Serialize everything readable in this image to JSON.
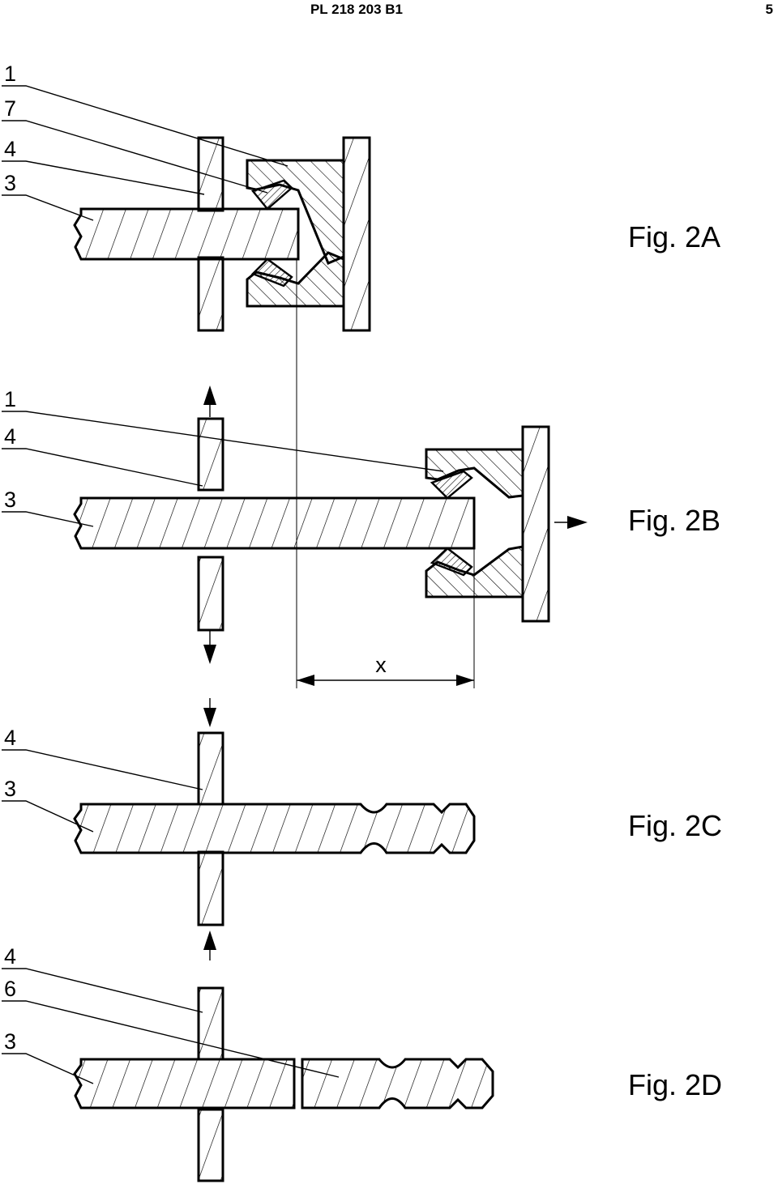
{
  "header": {
    "patent_number": "PL 218 203 B1",
    "page_number": "5"
  },
  "figures": [
    {
      "id": "fig2a",
      "caption": "Fig. 2A",
      "labels": [
        "1",
        "7",
        "4",
        "3"
      ]
    },
    {
      "id": "fig2b",
      "caption": "Fig. 2B",
      "labels": [
        "1",
        "4",
        "3"
      ],
      "dimension_label": "x"
    },
    {
      "id": "fig2c",
      "caption": "Fig. 2C",
      "labels": [
        "4",
        "3"
      ]
    },
    {
      "id": "fig2d",
      "caption": "Fig. 2D",
      "labels": [
        "4",
        "6",
        "3"
      ]
    }
  ]
}
